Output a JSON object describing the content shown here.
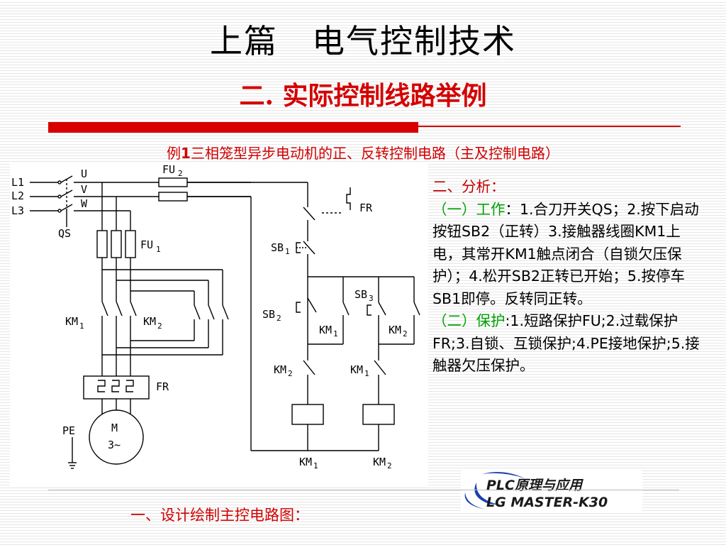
{
  "title": "上篇　电气控制技术",
  "subtitle": "二. 实际控制线路举例",
  "caption": {
    "prefix": "例",
    "number": "1",
    "text": "三相笼型异步电动机的正、反转控制电路（主及控制电路）"
  },
  "diagram": {
    "labels": {
      "L1": "L1",
      "L2": "L2",
      "L3": "L3",
      "U": "U",
      "V": "V",
      "W": "W",
      "QS": "QS",
      "FU2": "FU",
      "FU2_sub": "2",
      "FU1": "FU",
      "FU1_sub": "1",
      "KM1": "KM",
      "KM1_sub": "1",
      "KM2": "KM",
      "KM2_sub": "2",
      "FR_main": "FR",
      "FR_ctrl": "FR",
      "PE": "PE",
      "motor_M": "M",
      "motor_3": "3~",
      "SB1": "SB",
      "SB1_sub": "1",
      "SB2": "SB",
      "SB2_sub": "2",
      "SB3": "SB",
      "SB3_sub": "3",
      "KM1_aux": "KM",
      "KM1_aux_sub": "1",
      "KM2_aux": "KM",
      "KM2_aux_sub": "2",
      "KM2_il": "KM",
      "KM2_il_sub": "2",
      "KM1_il": "KM",
      "KM1_il_sub": "1",
      "KM1_coil": "KM",
      "KM1_coil_sub": "1",
      "KM2_coil": "KM",
      "KM2_coil_sub": "2"
    }
  },
  "analysis": {
    "heading": "二、分析：",
    "work_label": "（一）工作",
    "work_text": "：1.合刀开关QS；2.按下启动按钮SB2（正转）3.接触器线圈KM1上电，其常开KM1触点闭合（自锁欠压保护）；4.松开SB2正转已开始；5.按停车SB1即停。反转同正转。",
    "protect_label": "（二）保护",
    "protect_text": ":1.短路保护FU;2.过载保护FR;3.自锁、互锁保护;4.PE接地保护;5.接触器欠压保护。"
  },
  "logo": {
    "line1": "PLC原理与应用",
    "line2": "LG MASTER-K30"
  },
  "bottom_caption": "一、设计绘制主控电路图："
}
